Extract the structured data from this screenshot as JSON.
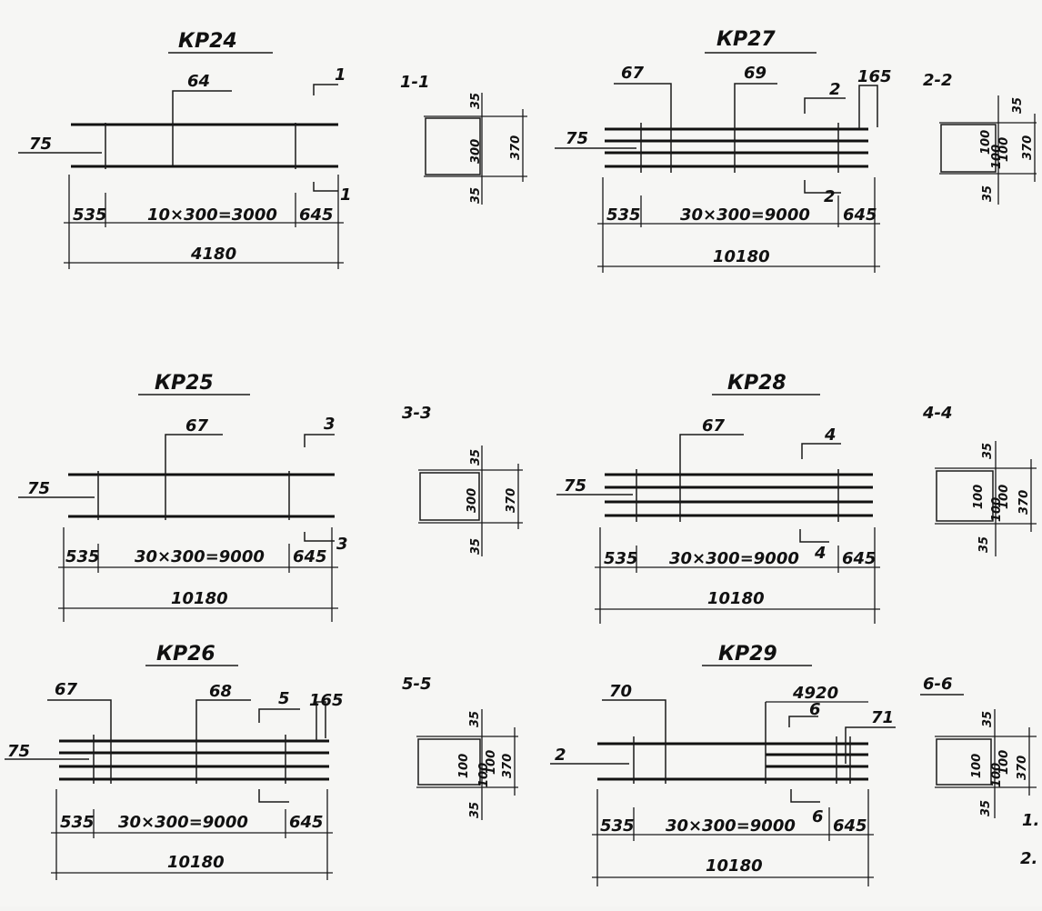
{
  "sheet": {
    "frames": [
      {
        "title": "КР24",
        "leader_labels": [
          "64"
        ],
        "cover_label": "75",
        "section_mark": "1",
        "dims": {
          "left": "535",
          "middle": "10×300=3000",
          "right": "645",
          "total": "4180"
        }
      },
      {
        "title": "КР27",
        "leader_labels": [
          "67",
          "69",
          "165"
        ],
        "cover_label": "75",
        "section_mark": "2",
        "dims": {
          "left": "535",
          "middle": "30×300=9000",
          "right": "645",
          "total": "10180"
        }
      },
      {
        "title": "КР25",
        "leader_labels": [
          "67"
        ],
        "cover_label": "75",
        "section_mark": "3",
        "dims": {
          "left": "535",
          "middle": "30×300=9000",
          "right": "645",
          "total": "10180"
        }
      },
      {
        "title": "КР28",
        "leader_labels": [
          "67"
        ],
        "cover_label": "75",
        "section_mark": "4",
        "dims": {
          "left": "535",
          "middle": "30×300=9000",
          "right": "645",
          "total": "10180"
        }
      },
      {
        "title": "КР26",
        "leader_labels": [
          "67",
          "68",
          "165"
        ],
        "cover_label": "75",
        "section_mark": "5",
        "dims": {
          "left": "535",
          "middle": "30×300=9000",
          "right": "645",
          "total": "10180"
        }
      },
      {
        "title": "КР29",
        "leader_labels": [
          "70",
          "4920",
          "71"
        ],
        "cover_label": "2",
        "section_mark": "6",
        "dims": {
          "left": "535",
          "middle": "30×300=9000",
          "right": "645",
          "total": "10180"
        }
      }
    ],
    "sections": [
      {
        "title": "1-1",
        "dims": [
          "35",
          "300",
          "35",
          "370"
        ]
      },
      {
        "title": "2-2",
        "dims": [
          "35",
          "100",
          "100",
          "100",
          "35",
          "370"
        ]
      },
      {
        "title": "3-3",
        "dims": [
          "35",
          "300",
          "35",
          "370"
        ]
      },
      {
        "title": "4-4",
        "dims": [
          "35",
          "100",
          "100",
          "100",
          "35",
          "370"
        ]
      },
      {
        "title": "5-5",
        "dims": [
          "35",
          "100",
          "100",
          "100",
          "35",
          "370"
        ]
      },
      {
        "title": "6-6",
        "dims": [
          "35",
          "100",
          "100",
          "100",
          "35",
          "370"
        ]
      }
    ],
    "notes": [
      "1.",
      "2."
    ]
  }
}
